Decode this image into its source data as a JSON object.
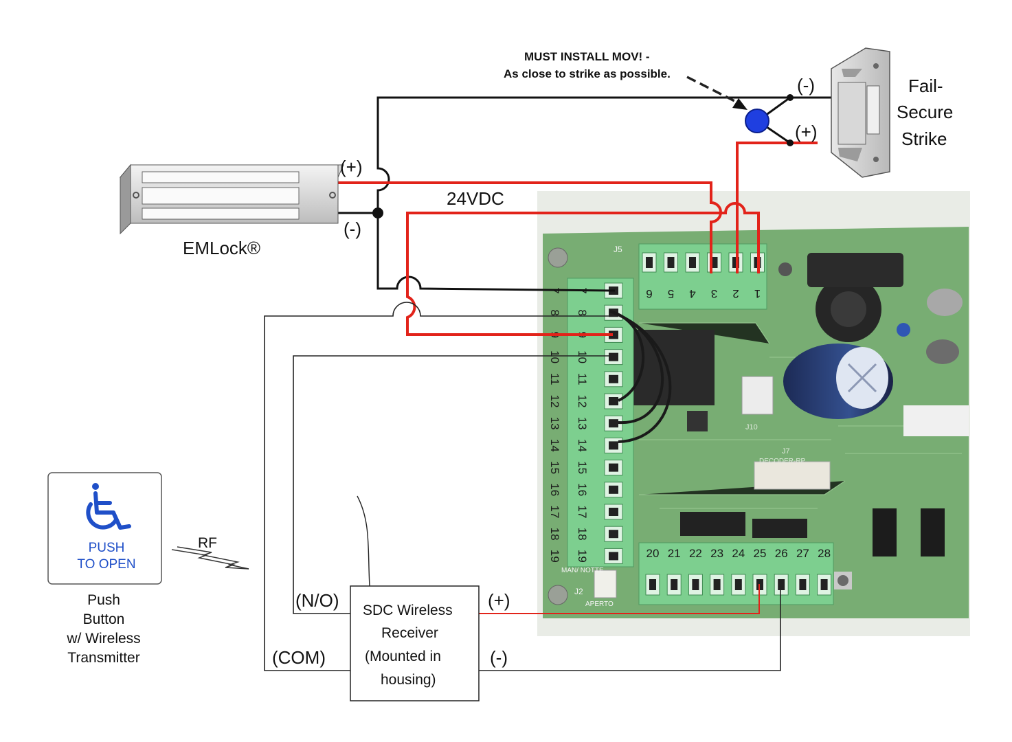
{
  "labels": {
    "mov_warning_line1": "MUST INSTALL MOV! -",
    "mov_warning_line2": "As close to strike as possible.",
    "strike_title_1": "Fail-",
    "strike_title_2": "Secure",
    "strike_title_3": "Strike",
    "strike_neg": "(-)",
    "strike_pos": "(+)",
    "emlock_name": "EMLock®",
    "emlock_pos": "(+)",
    "emlock_neg": "(-)",
    "voltage": "24VDC",
    "receiver_line1": "SDC Wireless",
    "receiver_line2": "Receiver",
    "receiver_line3": "(Mounted in",
    "receiver_line4": "housing)",
    "receiver_no": "(N/O)",
    "receiver_com": "(COM)",
    "receiver_pos": "(+)",
    "receiver_neg": "(-)",
    "rf": "RF",
    "push_button_text1": "PUSH",
    "push_button_text2": "TO OPEN",
    "push_caption1": "Push",
    "push_caption2": "Button",
    "push_caption3": "w/ Wireless",
    "push_caption4": "Transmitter",
    "board_j5": "J5",
    "board_j2": "J2",
    "board_j7": "J7",
    "board_j7_sub": "DECODER-RP",
    "board_j10": "J10",
    "board_man_notte": "MAN/ NOTTE",
    "board_aperto": "APERTO"
  },
  "top_terminal_numbers": [
    "6",
    "5",
    "4",
    "3",
    "2",
    "1"
  ],
  "left_terminal_numbers": [
    "7",
    "8",
    "9",
    "10",
    "11",
    "12",
    "13",
    "14",
    "15",
    "16",
    "17",
    "18",
    "19"
  ],
  "bottom_terminal_numbers": [
    "20",
    "21",
    "22",
    "23",
    "24",
    "25",
    "26",
    "27",
    "28"
  ],
  "colors": {
    "wire_positive": "#e2231a",
    "wire_negative": "#111111",
    "mov": "#1f3fe0",
    "pcb": "#7fb27a",
    "terminal_block": "#7dcf8f",
    "push_button_blue": "#1f4fc8"
  },
  "icons": {
    "push_button_symbol": "wheelchair-icon",
    "rf_symbol": "lightning-icon"
  }
}
